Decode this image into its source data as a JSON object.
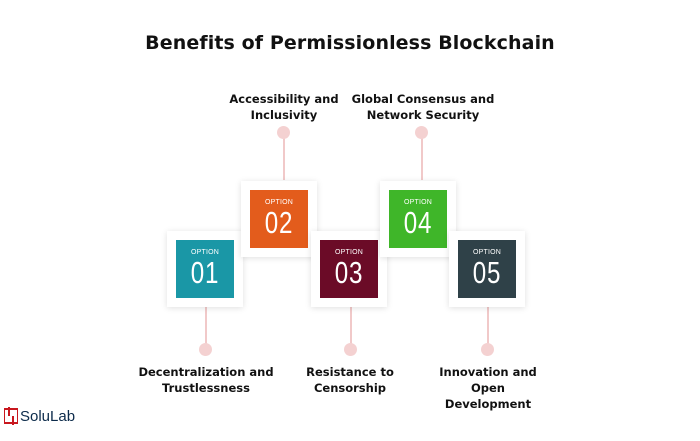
{
  "title": "Benefits of Permissionless Blockchain",
  "options": [
    {
      "opt": "OPTION",
      "num": "01",
      "color": "#1a97a6",
      "label": [
        "Decentralization and",
        "Trustlessness"
      ],
      "label_position": "bottom"
    },
    {
      "opt": "OPTION",
      "num": "02",
      "color": "#e35c1c",
      "label": [
        "Accessibility and",
        "Inclusivity"
      ],
      "label_position": "top"
    },
    {
      "opt": "OPTION",
      "num": "03",
      "color": "#6b0b27",
      "label": [
        "Resistance to",
        "Censorship"
      ],
      "label_position": "bottom"
    },
    {
      "opt": "OPTION",
      "num": "04",
      "color": "#3fb629",
      "label": [
        "Global Consensus and",
        "Network Security"
      ],
      "label_position": "top"
    },
    {
      "opt": "OPTION",
      "num": "05",
      "color": "#2f4148",
      "label": [
        "Innovation and",
        "Open",
        "Development"
      ],
      "label_position": "bottom"
    }
  ],
  "logo": {
    "text": "SoluLab",
    "icon": "solulab-logo-icon",
    "color": "#c8171e"
  }
}
